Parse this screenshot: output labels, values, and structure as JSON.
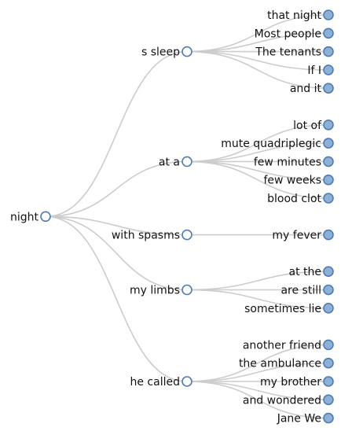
{
  "tree": {
    "root": {
      "label": "night",
      "children": [
        {
          "label": "s sleep",
          "children": [
            "that night",
            "Most people",
            "The tenants",
            "If I",
            "and it"
          ]
        },
        {
          "label": "at a",
          "children": [
            "lot of",
            "mute quadriplegic",
            "few minutes",
            "few weeks",
            "blood clot"
          ]
        },
        {
          "label": "with spasms",
          "children": [
            "my fever"
          ]
        },
        {
          "label": "my limbs",
          "children": [
            "at the",
            "are still",
            "sometimes lie"
          ]
        },
        {
          "label": "he called",
          "children": [
            "another friend",
            "the ambulance",
            "my brother",
            "and wondered",
            "Jane We"
          ]
        }
      ]
    },
    "colors": {
      "link": "#cccccc",
      "node_stroke": "#4d7db2",
      "collapsed_fill": "#ffffff",
      "leaf_fill": "#8fb0d6"
    }
  }
}
